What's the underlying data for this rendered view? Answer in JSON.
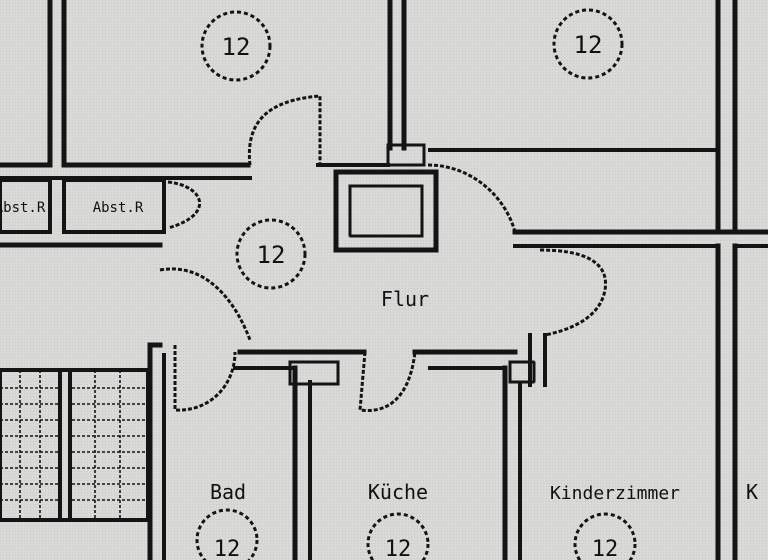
{
  "floor_plan": {
    "colors": {
      "paper": "#d9d9d7",
      "ink": "#141414"
    },
    "rooms": {
      "top_left_marker": "12",
      "top_right_marker": "12",
      "flur_marker": "12",
      "flur_label": "Flur",
      "store_left_label": "Abst.R",
      "store_right_label": "Abst.R",
      "bad_label": "Bad",
      "bad_marker": "12",
      "kueche_label": "Küche",
      "kueche_marker": "12",
      "kinder_label": "Kinderzimmer",
      "kinder_marker": "12",
      "edge_label": "K"
    }
  }
}
